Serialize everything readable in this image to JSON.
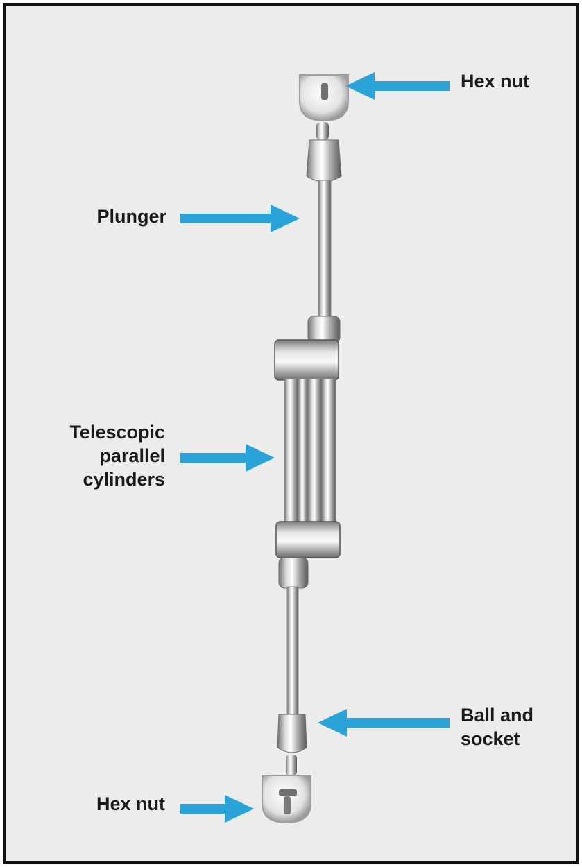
{
  "labels": {
    "hex_nut_top": "Hex nut",
    "plunger": "Plunger",
    "telescopic": [
      "Telescopic",
      "parallel",
      "cylinders"
    ],
    "ball_socket": [
      "Ball and",
      "socket"
    ],
    "hex_nut_bottom": "Hex nut"
  },
  "colors": {
    "arrow": "#2aa3d8",
    "background": "#ececec",
    "frame_border": "#111111",
    "label_text": "#1a1a1a"
  }
}
